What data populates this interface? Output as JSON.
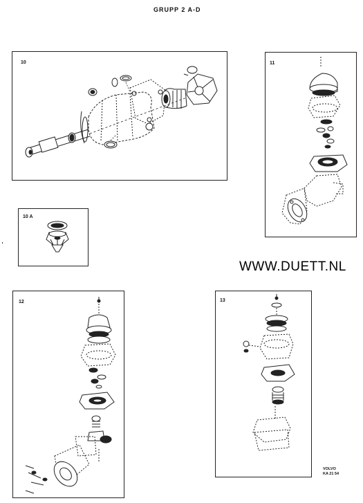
{
  "header": {
    "title": "GRUPP 2 A-D"
  },
  "panels": [
    {
      "id": "panel-10",
      "number": "10"
    },
    {
      "id": "panel-10a",
      "number": "10 A"
    },
    {
      "id": "panel-11",
      "number": "11"
    },
    {
      "id": "panel-12",
      "number": "12"
    },
    {
      "id": "panel-13",
      "number": "13"
    }
  ],
  "website": {
    "text": "WWW.DUETT.NL"
  },
  "footer": {
    "brand": "VOLVO",
    "code": "KA 21 54"
  }
}
